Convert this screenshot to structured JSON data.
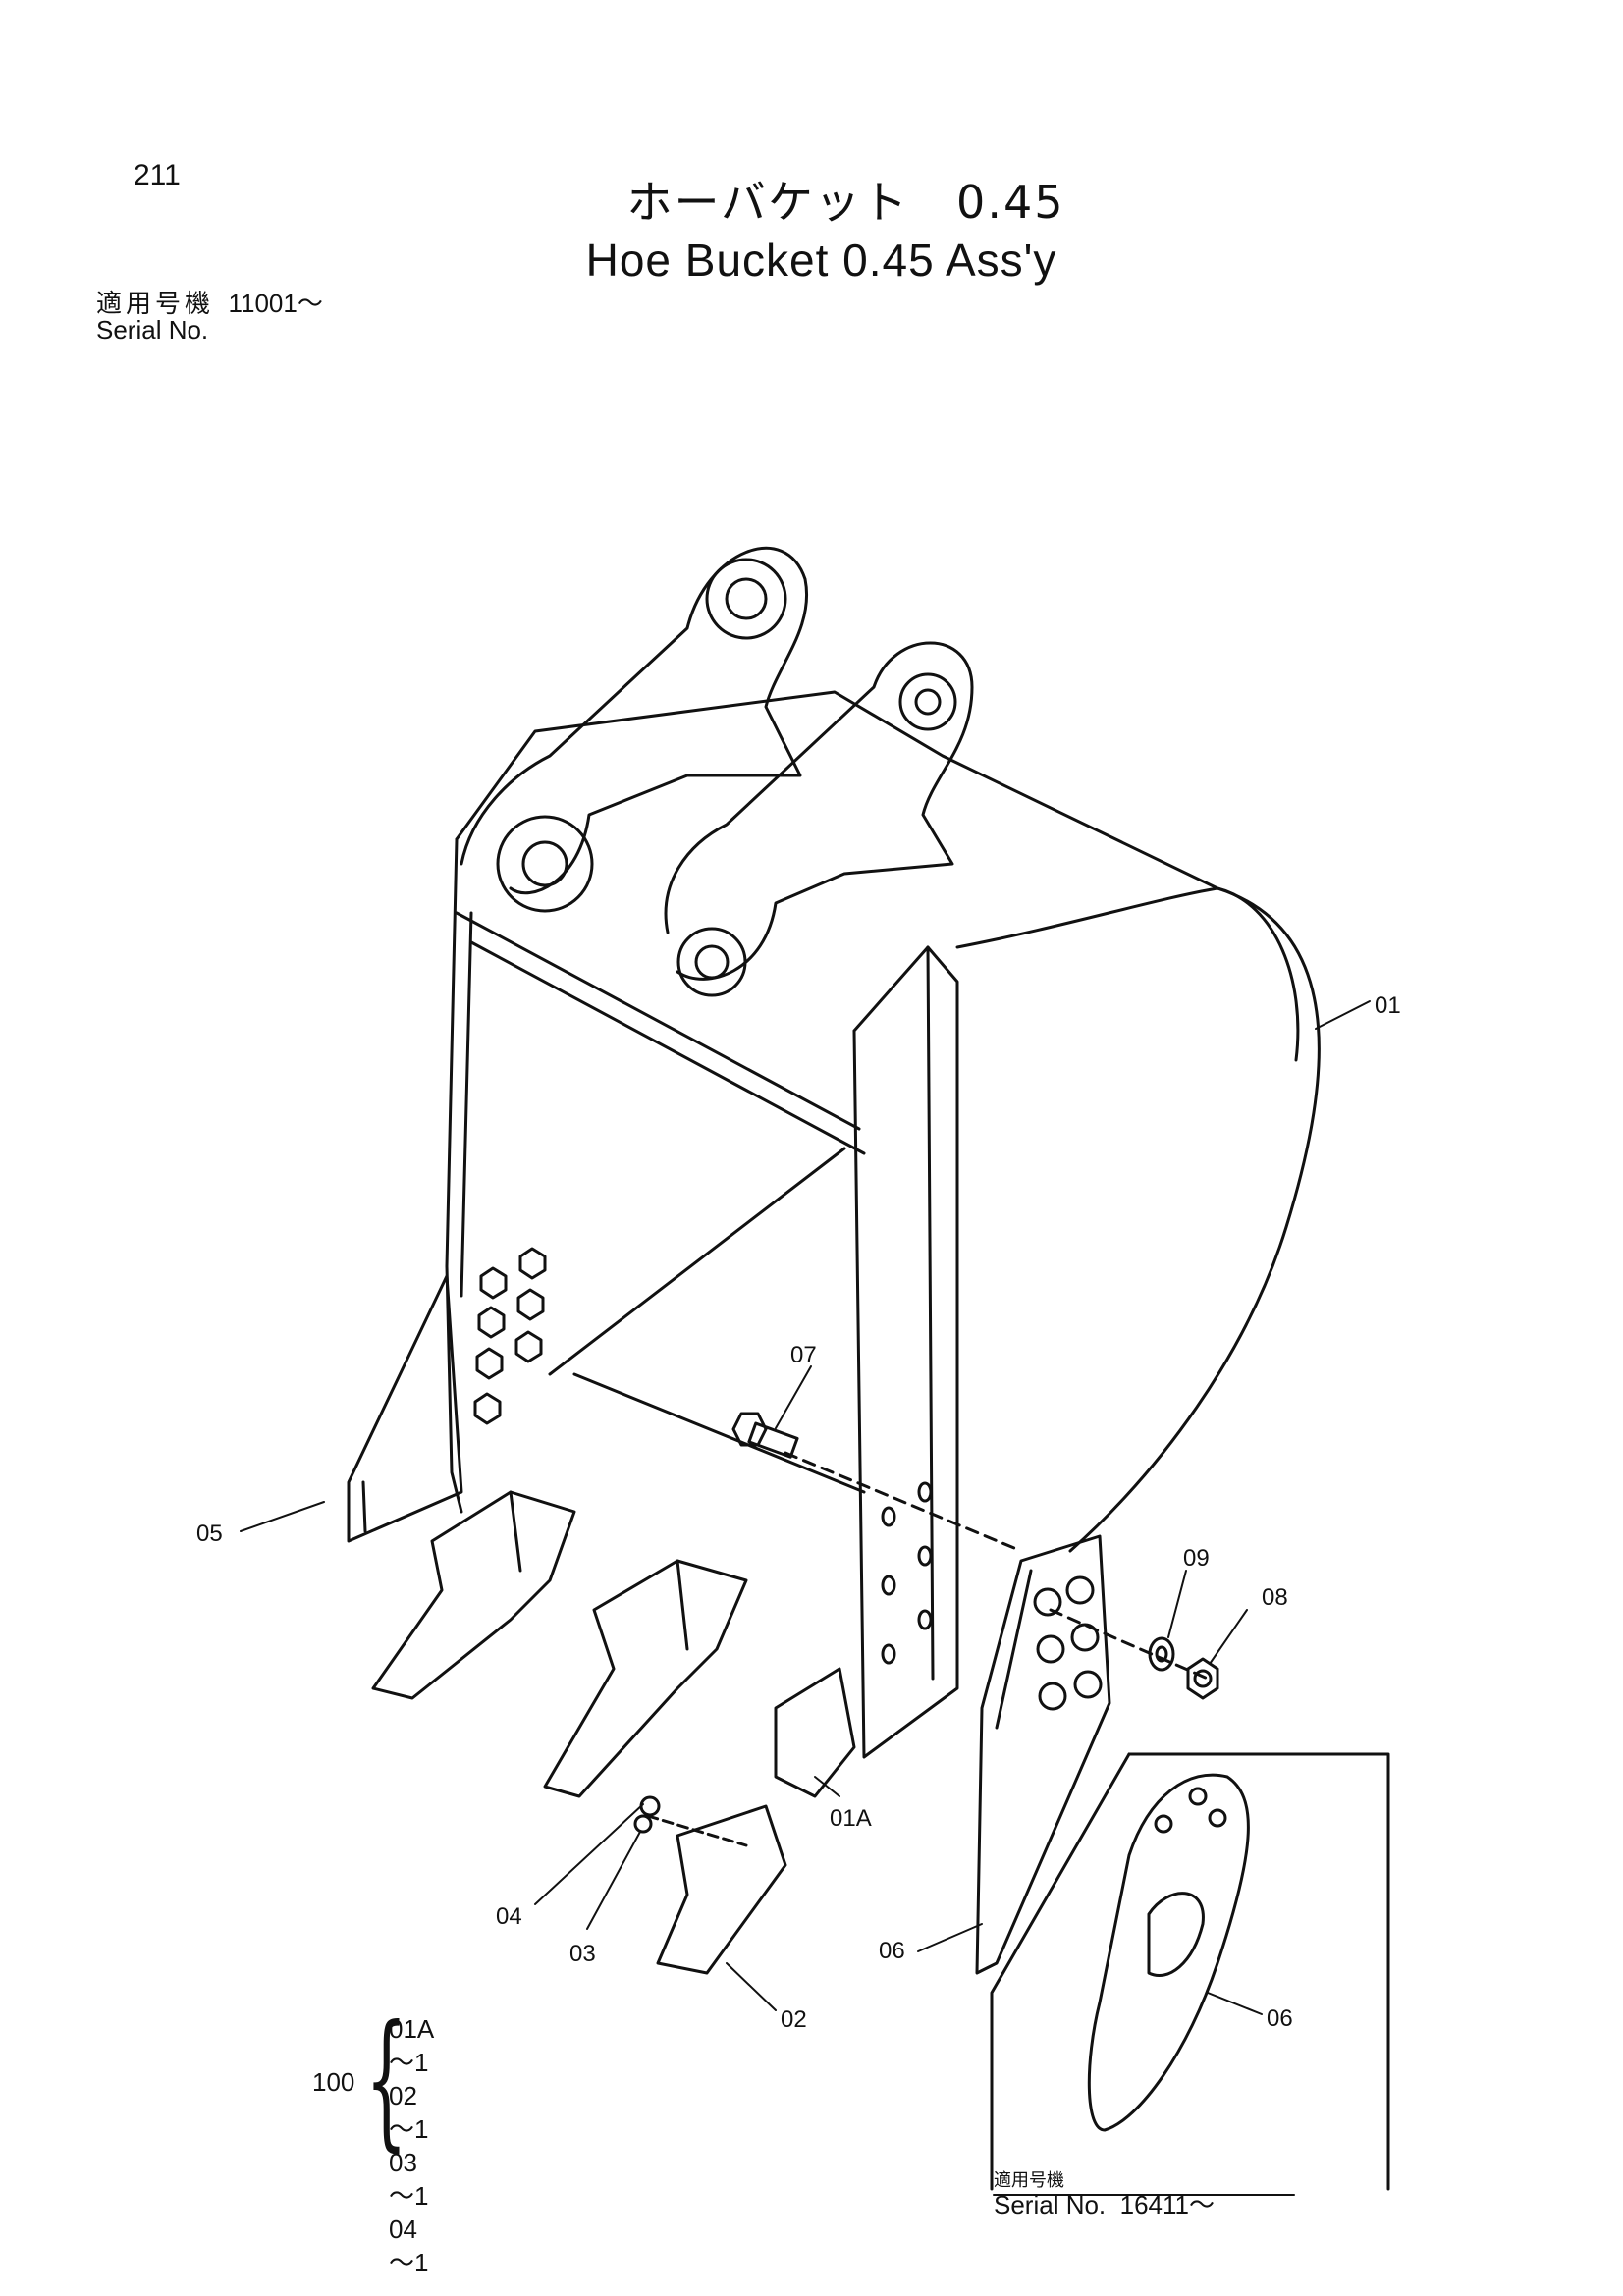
{
  "page_number": "211",
  "title": {
    "japanese": "ホーバケット　0.45",
    "english": "Hoe Bucket 0.45 Ass'y"
  },
  "applicable_serial": {
    "label_jp": "適用号機",
    "label_en": "Serial No.",
    "value": "11001～"
  },
  "callouts": {
    "c01": "01",
    "c01A": "01A",
    "c02": "02",
    "c03": "03",
    "c04": "04",
    "c05": "05",
    "c06": "06",
    "c06_inset": "06",
    "c07": "07",
    "c08": "08",
    "c09": "09"
  },
  "kit": {
    "number": "100",
    "items": [
      "01A ～1",
      "02　～1",
      "03　～1",
      "04　～1"
    ]
  },
  "inset": {
    "label_jp": "適用号機",
    "label_en": "Serial No.",
    "value": "16411～"
  }
}
